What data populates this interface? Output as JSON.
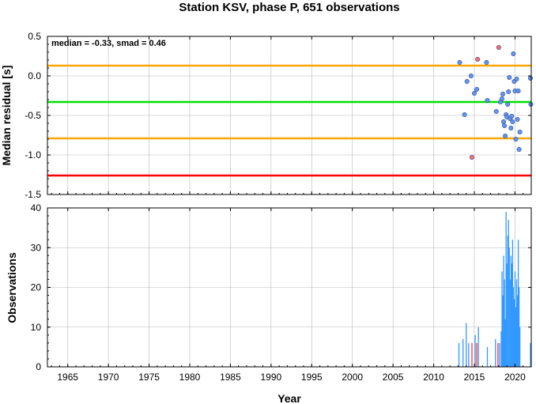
{
  "chart_data": [
    {
      "type": "scatter",
      "title": "Station KSV, phase P, 651 observations",
      "annotation": "median = -0.33, smad = 0.46",
      "ylabel": "Median residual [s]",
      "xlim": [
        1962.5,
        2022
      ],
      "ylim": [
        -1.5,
        0.5
      ],
      "yticks": [
        "0.5",
        "0.0",
        "-0.5",
        "-1.0",
        "-1.5"
      ],
      "ytick_values": [
        0.5,
        0.0,
        -0.5,
        -1.0,
        -1.5
      ],
      "grid": true,
      "reference_lines": [
        {
          "y": 0.13,
          "color": "#ffa500"
        },
        {
          "y": -0.33,
          "color": "#00e000"
        },
        {
          "y": -0.79,
          "color": "#ffa500"
        },
        {
          "y": -1.26,
          "color": "#ff0000"
        }
      ],
      "series": [
        {
          "color": "#6495ed",
          "points": [
            [
              2013.2,
              0.17
            ],
            [
              2013.8,
              -0.49
            ],
            [
              2014.1,
              -0.07
            ],
            [
              2014.6,
              0.0
            ],
            [
              2015.0,
              -0.22
            ],
            [
              2015.3,
              -0.17
            ],
            [
              2016.5,
              0.17
            ],
            [
              2016.6,
              -0.31
            ],
            [
              2017.7,
              -0.45
            ],
            [
              2018.2,
              -0.33
            ],
            [
              2018.4,
              -0.29
            ],
            [
              2018.5,
              -0.23
            ],
            [
              2018.6,
              -0.58
            ],
            [
              2018.7,
              -0.63
            ],
            [
              2018.8,
              -0.76
            ],
            [
              2018.9,
              -0.49
            ],
            [
              2019.0,
              -0.52
            ],
            [
              2019.1,
              -0.36
            ],
            [
              2019.2,
              -0.2
            ],
            [
              2019.3,
              -0.02
            ],
            [
              2019.4,
              -0.54
            ],
            [
              2019.5,
              -0.66
            ],
            [
              2019.6,
              -0.51
            ],
            [
              2019.7,
              -0.58
            ],
            [
              2019.8,
              0.28
            ],
            [
              2019.9,
              -0.07
            ],
            [
              2020.0,
              -0.19
            ],
            [
              2020.1,
              -0.8
            ],
            [
              2020.2,
              -0.04
            ],
            [
              2020.3,
              -0.55
            ],
            [
              2020.4,
              -0.19
            ],
            [
              2020.5,
              -0.93
            ],
            [
              2020.6,
              -0.71
            ],
            [
              2021.9,
              -0.03
            ],
            [
              2021.95,
              -0.36
            ]
          ]
        },
        {
          "color": "#ff6a6a",
          "points": [
            [
              2014.7,
              -1.03
            ],
            [
              2015.4,
              0.21
            ],
            [
              2018.0,
              0.36
            ]
          ]
        }
      ]
    },
    {
      "type": "bar",
      "ylabel": "Observations",
      "xlabel": "Year",
      "xlim": [
        1962.5,
        2022
      ],
      "ylim": [
        0,
        40
      ],
      "xticks": [
        "1965",
        "1970",
        "1975",
        "1980",
        "1985",
        "1990",
        "1995",
        "2000",
        "2005",
        "2010",
        "2015",
        "2020"
      ],
      "xtick_values": [
        1965,
        1970,
        1975,
        1980,
        1985,
        1990,
        1995,
        2000,
        2005,
        2010,
        2015,
        2020
      ],
      "yticks": [
        "40",
        "30",
        "20",
        "10",
        "0"
      ],
      "ytick_values": [
        40,
        30,
        20,
        10,
        0
      ],
      "grid": true,
      "bars": [
        {
          "x": 2013.1,
          "value": 6,
          "color": "#3399ff"
        },
        {
          "x": 2013.6,
          "value": 7,
          "color": "#3399ff"
        },
        {
          "x": 2014.0,
          "value": 11,
          "color": "#3399ff"
        },
        {
          "x": 2014.3,
          "value": 6,
          "color": "#3399ff"
        },
        {
          "x": 2014.7,
          "value": 6,
          "color": "#ff3333"
        },
        {
          "x": 2015.1,
          "value": 8,
          "color": "#3399ff"
        },
        {
          "x": 2015.3,
          "value": 6,
          "color": "#ff3333"
        },
        {
          "x": 2015.5,
          "value": 10,
          "color": "#3399ff"
        },
        {
          "x": 2016.6,
          "value": 5,
          "color": "#3399ff"
        },
        {
          "x": 2017.6,
          "value": 7,
          "color": "#3399ff"
        },
        {
          "x": 2017.9,
          "value": 6,
          "color": "#ff3333"
        },
        {
          "x": 2018.1,
          "value": 6,
          "color": "#3399ff"
        },
        {
          "x": 2018.3,
          "value": 9,
          "color": "#3399ff"
        },
        {
          "x": 2018.4,
          "value": 24,
          "color": "#3399ff"
        },
        {
          "x": 2018.5,
          "value": 18,
          "color": "#3399ff"
        },
        {
          "x": 2018.6,
          "value": 28,
          "color": "#3399ff"
        },
        {
          "x": 2018.7,
          "value": 22,
          "color": "#3399ff"
        },
        {
          "x": 2018.8,
          "value": 12,
          "color": "#3399ff"
        },
        {
          "x": 2018.9,
          "value": 39,
          "color": "#3399ff"
        },
        {
          "x": 2019.0,
          "value": 26,
          "color": "#3399ff"
        },
        {
          "x": 2019.1,
          "value": 33,
          "color": "#3399ff"
        },
        {
          "x": 2019.2,
          "value": 37,
          "color": "#3399ff"
        },
        {
          "x": 2019.3,
          "value": 30,
          "color": "#3399ff"
        },
        {
          "x": 2019.4,
          "value": 22,
          "color": "#3399ff"
        },
        {
          "x": 2019.5,
          "value": 28,
          "color": "#3399ff"
        },
        {
          "x": 2019.6,
          "value": 26,
          "color": "#3399ff"
        },
        {
          "x": 2019.7,
          "value": 32,
          "color": "#3399ff"
        },
        {
          "x": 2019.8,
          "value": 20,
          "color": "#3399ff"
        },
        {
          "x": 2019.9,
          "value": 17,
          "color": "#3399ff"
        },
        {
          "x": 2020.0,
          "value": 24,
          "color": "#3399ff"
        },
        {
          "x": 2020.1,
          "value": 15,
          "color": "#3399ff"
        },
        {
          "x": 2020.2,
          "value": 22,
          "color": "#3399ff"
        },
        {
          "x": 2020.3,
          "value": 18,
          "color": "#3399ff"
        },
        {
          "x": 2020.4,
          "value": 32,
          "color": "#3399ff"
        },
        {
          "x": 2020.5,
          "value": 20,
          "color": "#3399ff"
        },
        {
          "x": 2020.6,
          "value": 10,
          "color": "#3399ff"
        },
        {
          "x": 2021.9,
          "value": 6,
          "color": "#3399ff"
        }
      ]
    }
  ]
}
